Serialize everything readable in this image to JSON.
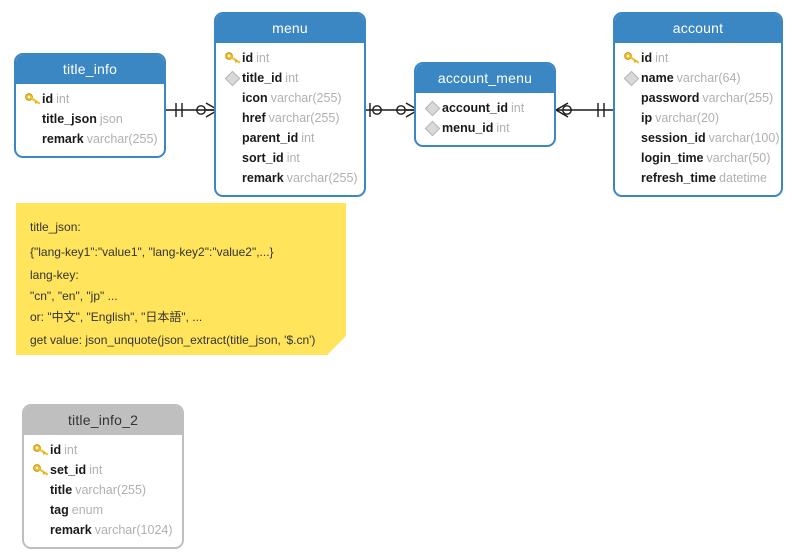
{
  "diagram": {
    "title": "database-er-diagram",
    "colors": {
      "header_blue": "#3b87c4",
      "header_gray": "#bfbfbf",
      "note_yellow": "#ffe45c",
      "key_gold": "#f2c12e",
      "type_gray": "#b0b0b0"
    }
  },
  "entities": [
    {
      "name": "title_info",
      "style": "blue",
      "fields": [
        {
          "marker": "key-icon",
          "name": "id",
          "type": "int"
        },
        {
          "marker": "none",
          "name": "title_json",
          "type": "json"
        },
        {
          "marker": "none",
          "name": "remark",
          "type": "varchar(255)"
        }
      ]
    },
    {
      "name": "menu",
      "style": "blue",
      "fields": [
        {
          "marker": "key-icon",
          "name": "id",
          "type": "int"
        },
        {
          "marker": "diamond-icon",
          "name": "title_id",
          "type": "int"
        },
        {
          "marker": "none",
          "name": "icon",
          "type": "varchar(255)"
        },
        {
          "marker": "none",
          "name": "href",
          "type": "varchar(255)"
        },
        {
          "marker": "none",
          "name": "parent_id",
          "type": "int"
        },
        {
          "marker": "none",
          "name": "sort_id",
          "type": "int"
        },
        {
          "marker": "none",
          "name": "remark",
          "type": "varchar(255)"
        }
      ]
    },
    {
      "name": "account_menu",
      "style": "blue",
      "fields": [
        {
          "marker": "diamond-icon",
          "name": "account_id",
          "type": "int"
        },
        {
          "marker": "diamond-icon",
          "name": "menu_id",
          "type": "int"
        }
      ]
    },
    {
      "name": "account",
      "style": "blue",
      "fields": [
        {
          "marker": "key-icon",
          "name": "id",
          "type": "int"
        },
        {
          "marker": "diamond-icon",
          "name": "name",
          "type": "varchar(64)"
        },
        {
          "marker": "none",
          "name": "password",
          "type": "varchar(255)"
        },
        {
          "marker": "none",
          "name": "ip",
          "type": "varchar(20)"
        },
        {
          "marker": "none",
          "name": "session_id",
          "type": "varchar(100)"
        },
        {
          "marker": "none",
          "name": "login_time",
          "type": "varchar(50)"
        },
        {
          "marker": "none",
          "name": "refresh_time",
          "type": "datetime"
        }
      ]
    },
    {
      "name": "title_info_2",
      "style": "gray",
      "fields": [
        {
          "marker": "key-icon",
          "name": "id",
          "type": "int"
        },
        {
          "marker": "key-icon",
          "name": "set_id",
          "type": "int"
        },
        {
          "marker": "none",
          "name": "title",
          "type": "varchar(255)"
        },
        {
          "marker": "none",
          "name": "tag",
          "type": "enum"
        },
        {
          "marker": "none",
          "name": "remark",
          "type": "varchar(1024)"
        }
      ]
    }
  ],
  "note": {
    "lines": [
      "title_json:",
      "{\"lang-key1\":\"value1\", \"lang-key2\":\"value2\",...}",
      "lang-key:",
      "\"cn\", \"en\", \"jp\" ...",
      "or: \"中文\", \"English\", \"日本語\", ...",
      "get value: json_unquote(json_extract(title_json, '$.cn')"
    ]
  },
  "relationships": [
    {
      "from": "title_info",
      "to": "menu",
      "from_cardinality": "one-and-only-one",
      "to_cardinality": "zero-or-many"
    },
    {
      "from": "menu",
      "to": "account_menu",
      "from_cardinality": "zero-or-one",
      "to_cardinality": "zero-or-many"
    },
    {
      "from": "account_menu",
      "to": "account",
      "from_cardinality": "zero-or-many",
      "to_cardinality": "one-and-only-one"
    }
  ]
}
